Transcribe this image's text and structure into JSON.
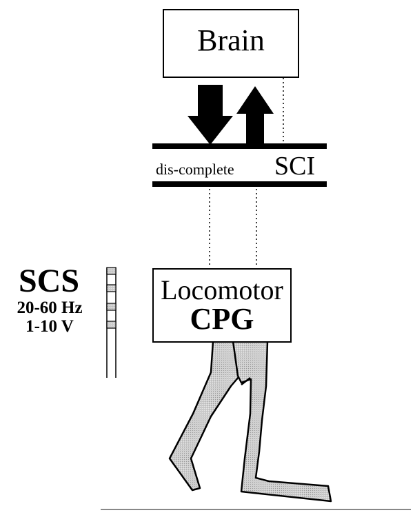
{
  "brain": {
    "label": "Brain"
  },
  "sci": {
    "prefix": "dis-complete",
    "label": "SCI"
  },
  "scs": {
    "title": "SCS",
    "frequency": "20-60 Hz",
    "voltage": "1-10 V",
    "electrode_contacts": 4
  },
  "cpg": {
    "line1": "Locomotor",
    "line2": "CPG"
  },
  "colors": {
    "leg_fill": "#c8c8c8",
    "stroke": "#000000",
    "background": "#ffffff"
  }
}
